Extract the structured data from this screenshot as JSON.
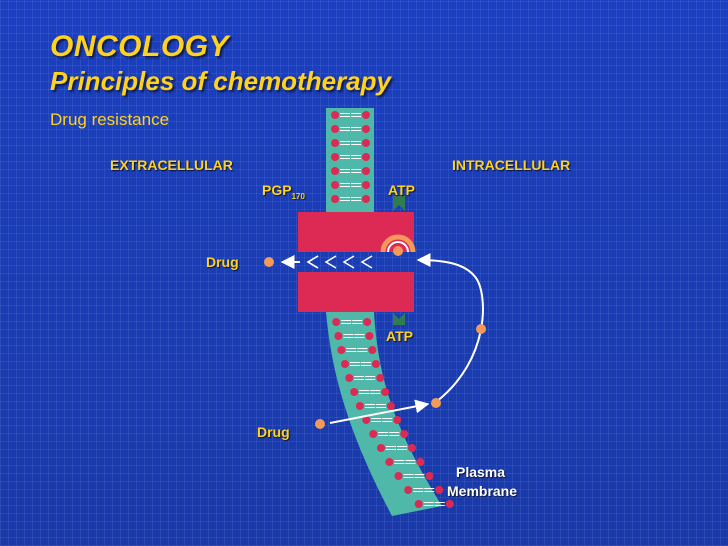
{
  "slide": {
    "title": "ONCOLOGY",
    "subtitle": "Principles of chemotherapy",
    "section": "Drug resistance"
  },
  "diagram": {
    "extracellular": "EXTRACELLULAR",
    "intracellular": "INTRACELLULAR",
    "pgp_label": "PGP",
    "pgp_subscript": "170",
    "atp_top": "ATP",
    "atp_bottom": "ATP",
    "drug_out": "Drug",
    "drug_in": "Drug",
    "membrane_line1": "Plasma",
    "membrane_line2": "Membrane"
  },
  "colors": {
    "membrane_fill": "#4fb8a8",
    "pump_fill": "#dc2a55",
    "lipid_head": "#dc2a55",
    "drug_dot": "#f39a5b",
    "atp_chip": "#2f7d4f"
  }
}
